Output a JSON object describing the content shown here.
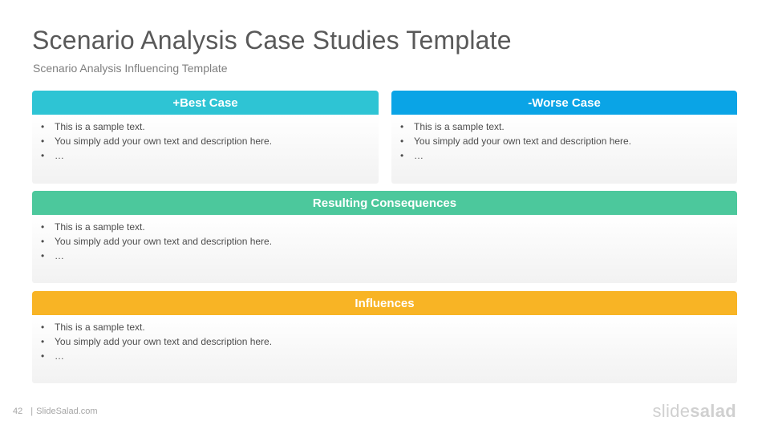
{
  "slide": {
    "title": "Scenario Analysis Case Studies Template",
    "subtitle": "Scenario Analysis Influencing Template"
  },
  "panels": {
    "best": {
      "heading": "+Best Case",
      "color": "#2ec4d4",
      "items": [
        "This is a sample text.",
        "You simply add your own text and description here.",
        "…"
      ]
    },
    "worse": {
      "heading": "-Worse Case",
      "color": "#0aa4e6",
      "items": [
        "This is a sample text.",
        "You simply add your own text and description here.",
        "…"
      ]
    },
    "result": {
      "heading": "Resulting Consequences",
      "color": "#4cc89c",
      "items": [
        "This is a sample text.",
        "You simply add your own text and description here.",
        "…"
      ]
    },
    "influences": {
      "heading": "Influences",
      "color": "#f8b425",
      "items": [
        "This is a sample text.",
        "You simply add your own text and description here.",
        "…"
      ]
    }
  },
  "bullet_glyph": "•",
  "footer": {
    "page_number": "42",
    "separator": "|",
    "site": "SlideSalad.com"
  },
  "logo": {
    "part1": "slide",
    "part2": "salad"
  }
}
